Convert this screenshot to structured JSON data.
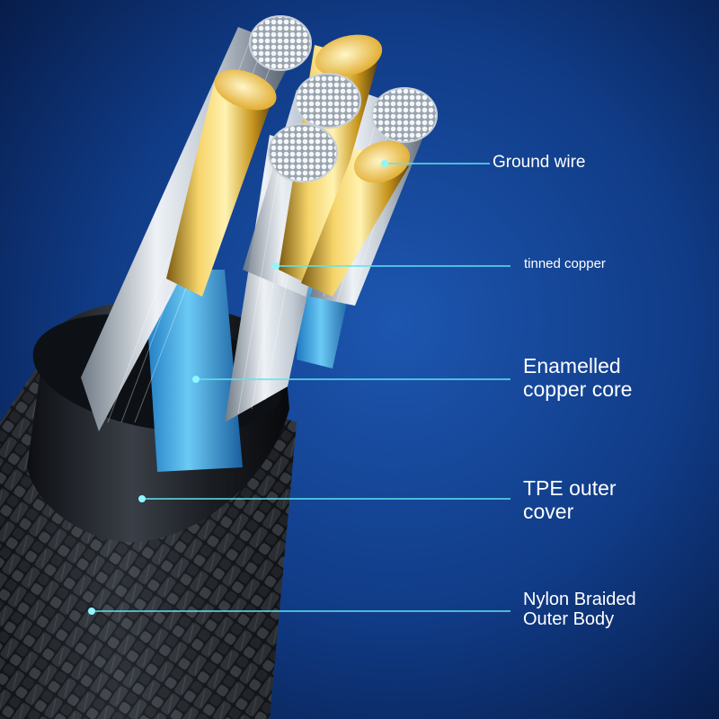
{
  "labels": {
    "ground_wire": "Ground wire",
    "tinned_copper": "tinned copper",
    "enamelled_line1": "Enamelled",
    "enamelled_line2": "copper core",
    "tpe_line1": "TPE outer",
    "tpe_line2": "cover",
    "nylon_line1": "Nylon Braided",
    "nylon_line2": "Outer Body"
  },
  "colors": {
    "background_center": "#1a4fa6",
    "background_edge": "#071a45",
    "leader_line": "#5fe3ee",
    "label_text": "#ffffff",
    "gold_core": "#f1c640",
    "tinned_silver": "#d6dde6",
    "insulation_blue": "#3fa9e6",
    "tpe_black": "#15181d"
  }
}
